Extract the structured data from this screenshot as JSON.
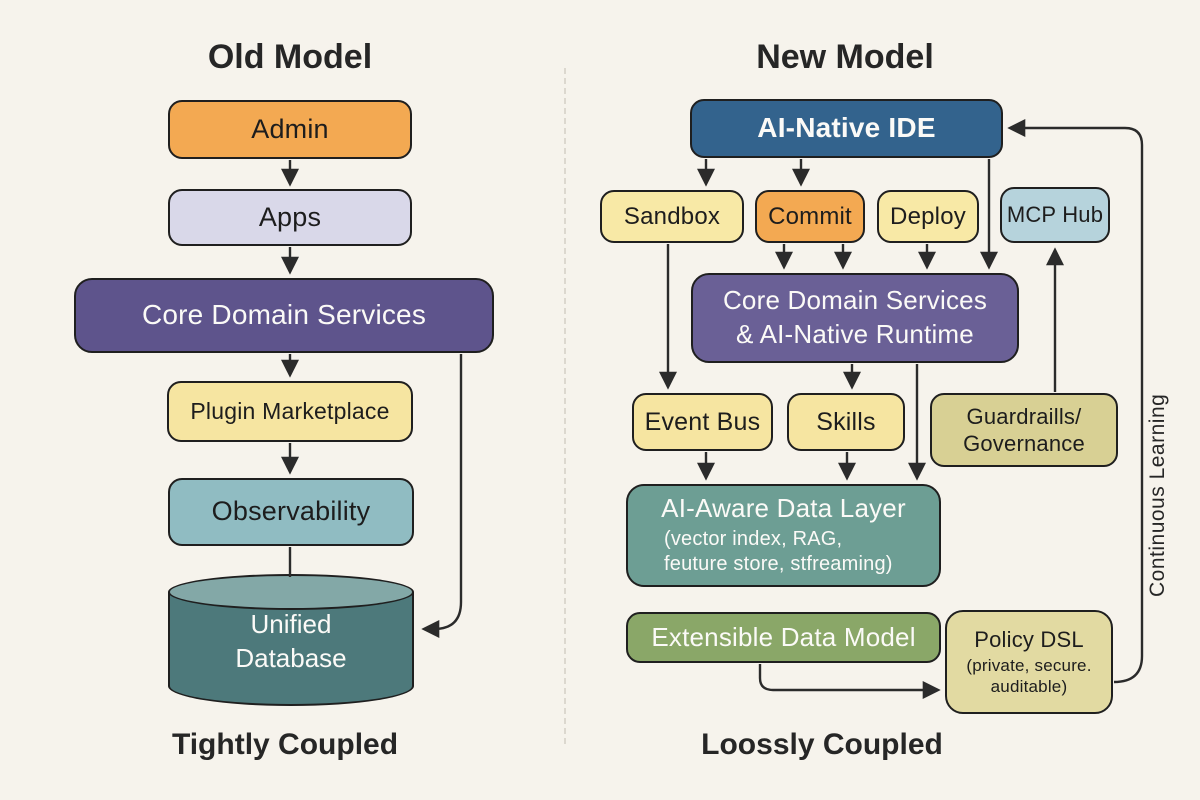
{
  "palette": {
    "background": "#f6f3ec",
    "border": "#1f1f1f",
    "arrow": "#2b2b2b",
    "orange": "#f3a952",
    "lavender": "#d9d8e9",
    "purple_left": "#5e548c",
    "purple_right": "#6a6096",
    "yellow": "#f6e5a1",
    "pale_yellow": "#f8e9a6",
    "teal": "#90bcc2",
    "db_body": "#4d797b",
    "db_top": "#83a8a7",
    "blue": "#33638d",
    "light_blue": "#b6d3dc",
    "khaki": "#d8d094",
    "khaki_light": "#e2daa2",
    "sage": "#6d9e94",
    "green": "#8aa768"
  },
  "old": {
    "title": "Old Model",
    "admin": "Admin",
    "apps": "Apps",
    "core": "Core Domain Services",
    "plugin": "Plugin Marketplace",
    "observability": "Observability",
    "db_line1": "Unified",
    "db_line2": "Database",
    "caption": "Tightly Coupled"
  },
  "new": {
    "title": "New Model",
    "ide": "AI-Native IDE",
    "sandbox": "Sandbox",
    "commit": "Commit",
    "deploy": "Deploy",
    "mcp": "MCP Hub",
    "core_line1": "Core Domain Services",
    "core_line2": "& AI-Native Runtime",
    "event_bus": "Event Bus",
    "skills": "Skills",
    "guard_line1": "Guardraills/",
    "guard_line2": "Governance",
    "data_title": "AI-Aware Data Layer",
    "data_sub1": "(vector index, RAG,",
    "data_sub2": "feuture store, stfreaming)",
    "edm": "Extensible Data Model",
    "policy_title": "Policy DSL",
    "policy_sub1": "(private, secure.",
    "policy_sub2": "auditable)",
    "caption": "Loossly Coupled",
    "loop_label": "Continuous Learning"
  }
}
